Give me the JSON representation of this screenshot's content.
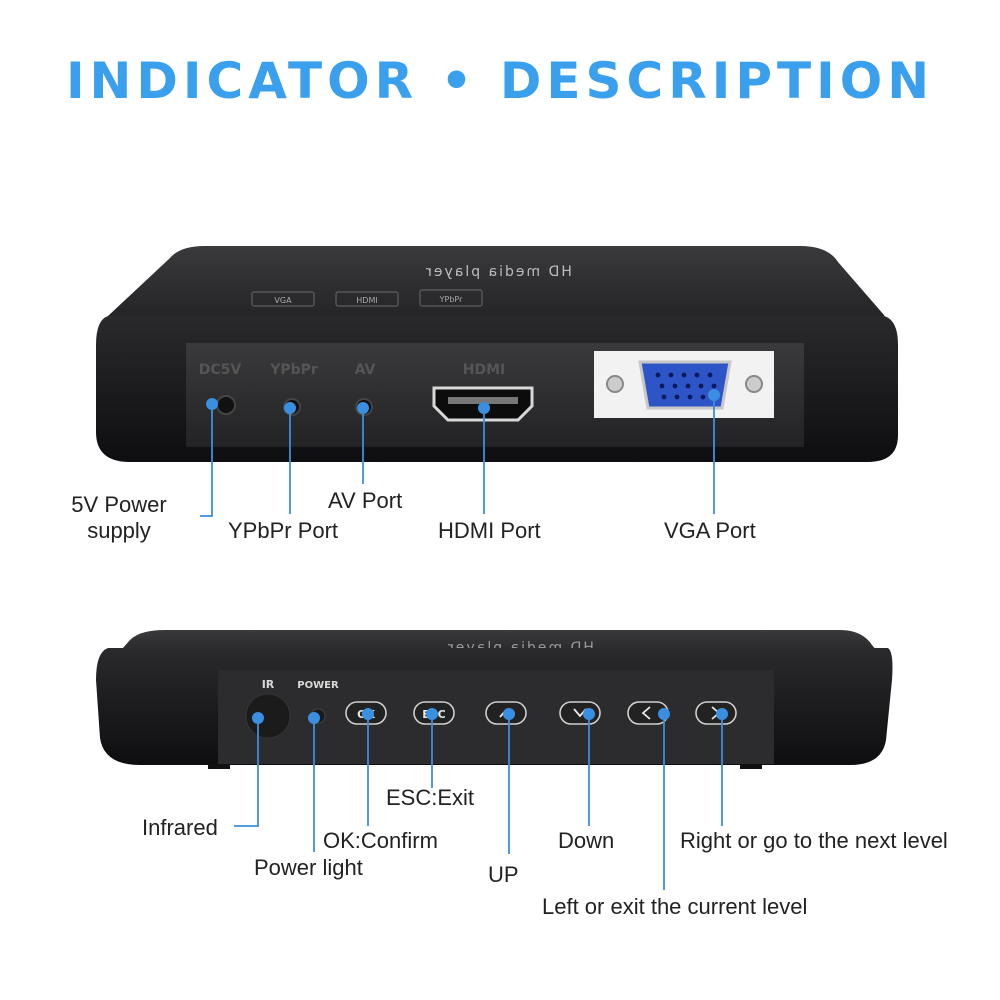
{
  "title": "INDICATOR • DESCRIPTION",
  "colors": {
    "title": "#3aa0ee",
    "callout": "#3a8fe0",
    "device": "#1c1c1e",
    "panel": "#2b2b2d",
    "vga": "#2e55c8"
  },
  "back_panel": {
    "device_top_text": "HD media player",
    "top_badges": [
      "VGA",
      "HDMI",
      "YPbPr"
    ],
    "port_markings": [
      "DC5V",
      "YPbPr",
      "AV",
      "HDMI"
    ],
    "callouts": {
      "power_supply": {
        "line1": "5V Power",
        "line2": "supply"
      },
      "ypbpr": "YPbPr Port",
      "av": "AV Port",
      "hdmi": "HDMI Port",
      "vga": "VGA Port"
    }
  },
  "front_panel": {
    "device_top_text": "HD media player",
    "markings": {
      "ir": "IR",
      "power": "POWER",
      "ok": "OK",
      "esc": "ESC"
    },
    "callouts": {
      "infrared": "Infrared",
      "power_light": "Power light",
      "ok": "OK:Confirm",
      "esc": "ESC:Exit",
      "up": "UP",
      "down": "Down",
      "left": "Left or exit the current level",
      "right": "Right or go to the next level"
    }
  }
}
